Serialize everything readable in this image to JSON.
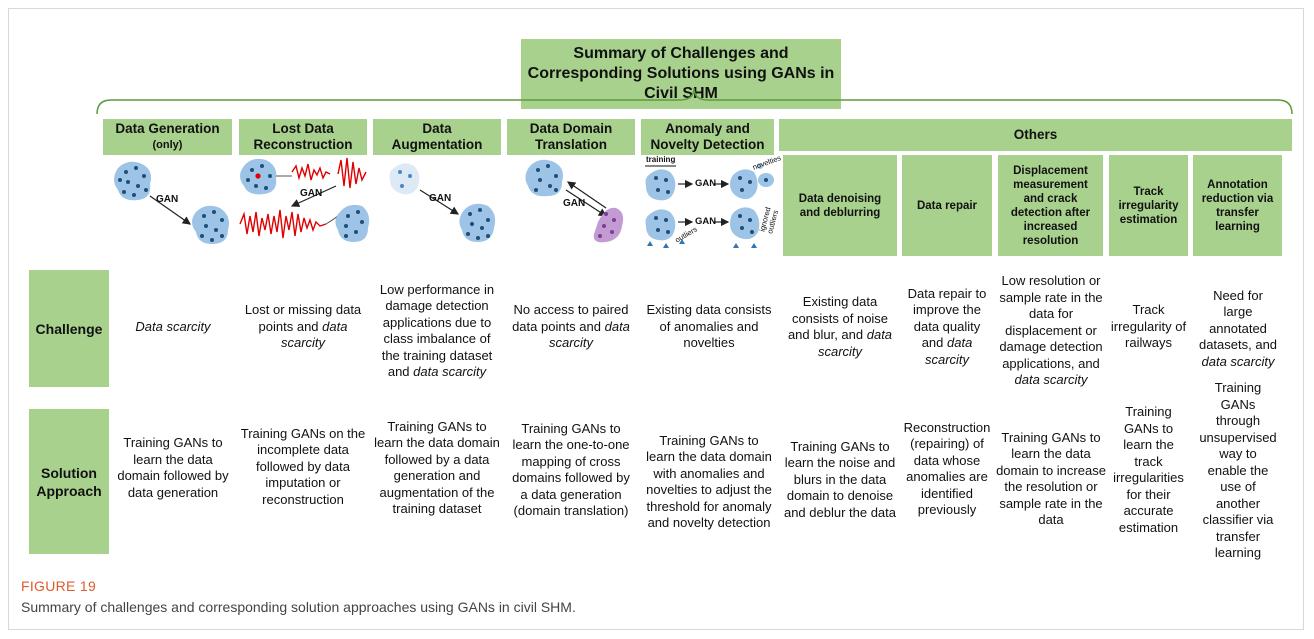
{
  "title": "Summary of Challenges and Corresponding Solutions using GANs in Civil SHM",
  "columns": [
    {
      "header": "Data Generation",
      "header_sub": "(only)",
      "challenge": "",
      "challenge_italic": "Data scarcity",
      "solution": "Training GANs to learn the data domain followed by data generation"
    },
    {
      "header": "Lost Data Reconstruction",
      "header_sub": "",
      "challenge": "Lost or missing data points and ",
      "challenge_italic": "data scarcity",
      "solution": "Training GANs on the incomplete data followed by data imputation or reconstruction"
    },
    {
      "header": "Data Augmentation",
      "header_sub": "",
      "challenge": "Low performance in damage detection applications due to class imbalance of the training dataset and ",
      "challenge_italic": "data scarcity",
      "solution": "Training GANs to learn the data domain followed by a data generation and augmentation of the training dataset"
    },
    {
      "header": "Data Domain Translation",
      "header_sub": "",
      "challenge": "No access to paired data points and ",
      "challenge_italic": "data scarcity",
      "solution": "Training GANs to learn the one-to-one mapping of cross domains followed by a data generation (domain translation)"
    },
    {
      "header": "Anomaly and Novelty Detection",
      "header_sub": "",
      "challenge": "Existing data consists of anomalies and novelties",
      "challenge_italic": "",
      "solution": "Training GANs to learn the data domain with anomalies and novelties to adjust the threshold for anomaly and novelty detection"
    }
  ],
  "others": {
    "header": "Others",
    "columns": [
      {
        "header": "Data denoising and deblurring",
        "challenge": "Existing data consists of noise and blur, and ",
        "challenge_italic": "data scarcity",
        "solution": "Training GANs to learn the noise and blurs in the data domain to denoise and deblur the data"
      },
      {
        "header": "Data repair",
        "challenge": "Data repair to improve the data quality and ",
        "challenge_italic": "data scarcity",
        "solution": "Reconstruction (repairing) of data whose anomalies are identified previously"
      },
      {
        "header": "Displacement measurement and crack detection after increased resolution",
        "challenge": "Low resolution or sample rate in the data for displacement or damage detection applications, and ",
        "challenge_italic": "data scarcity",
        "solution": "Training GANs to learn the data domain to increase the resolution or sample rate in the data"
      },
      {
        "header": "Track irregularity estimation",
        "challenge": "Track irregularity of railways",
        "challenge_italic": "",
        "solution": "Training GANs to learn the track irregularities for their accurate estimation"
      },
      {
        "header": "Annotation reduction via transfer learning",
        "challenge": "Need for large annotated datasets, and ",
        "challenge_italic": "data scarcity",
        "solution": "Training GANs through unsupervised way to enable the use of another classifier via transfer learning"
      }
    ]
  },
  "rows": {
    "challenge": "Challenge",
    "solution": "Solution Approach"
  },
  "icons": {
    "gan": "GAN",
    "training": "training",
    "novelties": "novelties",
    "outliers": "outliers",
    "ignored_outliers": "ignored outliers"
  },
  "caption": {
    "label": "FIGURE 19",
    "text": "Summary of challenges and corresponding solution approaches using GANs in civil SHM."
  },
  "colors": {
    "green": "#a9d18e",
    "blob": "#9dc3e6",
    "dot": "#1f4e79",
    "signal": "#e00000",
    "purple": "#c39bd3",
    "caption_label": "#e05a2b"
  }
}
